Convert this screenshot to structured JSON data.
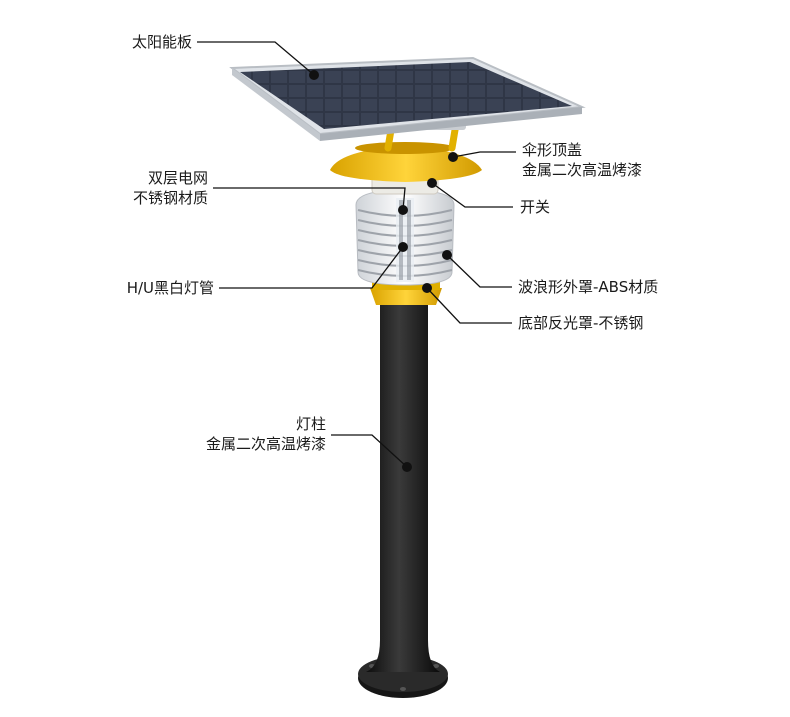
{
  "labels": {
    "solar_panel": [
      "太阳能板"
    ],
    "umbrella_top": [
      "伞形顶盖",
      "金属二次高温烤漆"
    ],
    "double_grid": [
      "双层电网",
      "不锈钢材质"
    ],
    "switch": [
      "开关"
    ],
    "hu_tube": [
      "H/U黑白灯管"
    ],
    "wave_cover": [
      "波浪形外罩-ABS材质"
    ],
    "reflector": [
      "底部反光罩-不锈钢"
    ],
    "pole": [
      "灯柱",
      "金属二次高温烤漆"
    ]
  },
  "colors": {
    "accent_yellow": "#f2c21b",
    "pole_black": "#1c1c1c",
    "panel_blue": "#2b3240",
    "frame_silver": "#d9dde2",
    "leader_line": "#111111"
  }
}
